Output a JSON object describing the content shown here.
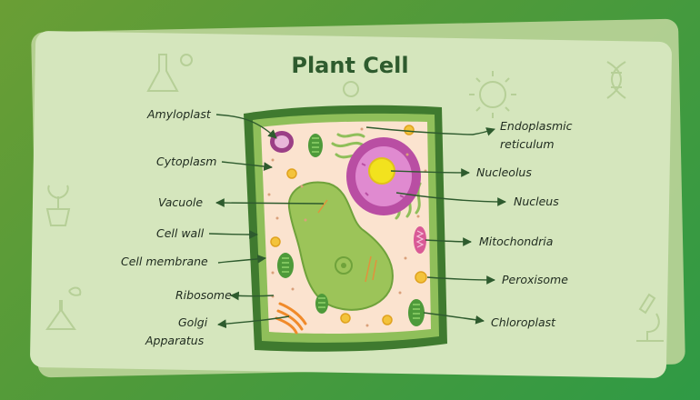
{
  "title": "Plant Cell",
  "labels": {
    "amyloplast": "Amyloplast",
    "cytoplasm": "Cytoplasm",
    "vacuole": "Vacuole",
    "cell_wall": "Cell wall",
    "cell_membrane": "Cell membrane",
    "ribosome": "Ribosome",
    "golgi_line1": "Golgi",
    "golgi_line2": "Apparatus",
    "er_line1": "Endoplasmic",
    "er_line2": "reticulum",
    "nucleolus": "Nucleolus",
    "nucleus": "Nucleus",
    "mitochondria": "Mitochondria",
    "peroxisome": "Peroxisome",
    "chloroplast": "Chloroplast"
  },
  "colors": {
    "cell_wall": "#3f7a2f",
    "membrane": "#8fbf5a",
    "cytoplasm": "#fbe3cf",
    "vacuole": "#9cc459",
    "nucleus": "#b94ea3",
    "nucleolus": "#f2e21e",
    "chloroplast": "#4e9a3a",
    "mitochondria": "#d95a96",
    "peroxisome": "#f3c33b",
    "golgi": "#f08a2a",
    "arrow": "#2e5b2e"
  },
  "icons": [
    "lab-flask-icon",
    "dna-icon",
    "virus-icon",
    "potted-plant-icon",
    "microscope-icon"
  ]
}
